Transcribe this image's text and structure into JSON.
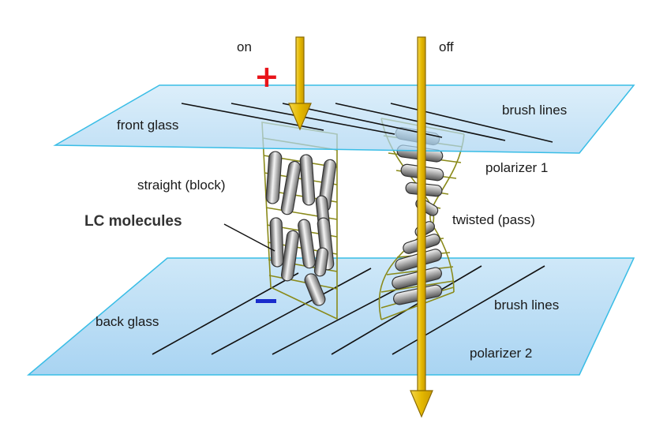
{
  "labels": {
    "on": "on",
    "off": "off",
    "front_glass": "front glass",
    "brush_lines_top": "brush lines",
    "polarizer_1": "polarizer 1",
    "straight_block": "straight (block)",
    "lc_molecules": "LC molecules",
    "twisted_pass": "twisted (pass)",
    "back_glass": "back glass",
    "brush_lines_bottom": "brush lines",
    "polarizer_2": "polarizer 2"
  },
  "signs": {
    "plus": "+",
    "minus": "−"
  },
  "colors": {
    "glass_fill": "#b8dcf4",
    "glass_edge": "#39bde6",
    "frame": "#8a8a1a",
    "arrow_fill": "#e8c21a",
    "arrow_edge": "#8a6a00",
    "plus": "#e8141a",
    "minus": "#1a2ccc"
  }
}
